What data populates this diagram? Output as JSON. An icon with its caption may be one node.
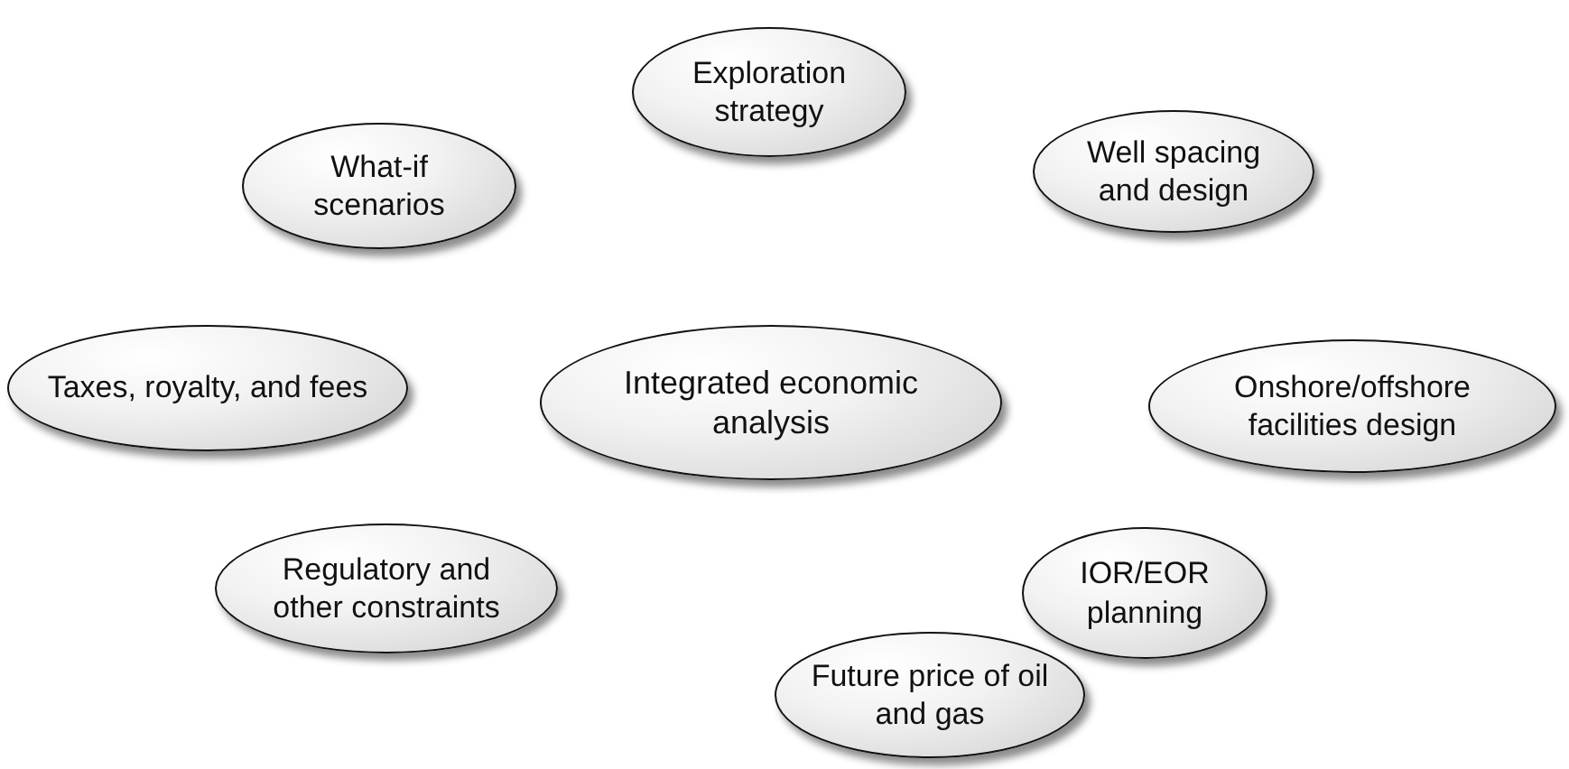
{
  "diagram": {
    "nodes": [
      {
        "text": [
          "Exploration strategy"
        ]
      },
      {
        "text": [
          "What-if scenarios"
        ]
      },
      {
        "text": [
          "Well spacing and design"
        ]
      },
      {
        "text": [
          "Taxes, royalty, and fees"
        ]
      },
      {
        "text": [
          "Integrated economic analysis"
        ]
      },
      {
        "text": [
          "Onshore/offshore facilities design"
        ]
      },
      {
        "text": [
          "Regulatory and other constraints"
        ]
      },
      {
        "text": [
          "IOR/EOR planning"
        ]
      },
      {
        "text": [
          "Future price of oil and gas"
        ]
      }
    ]
  }
}
